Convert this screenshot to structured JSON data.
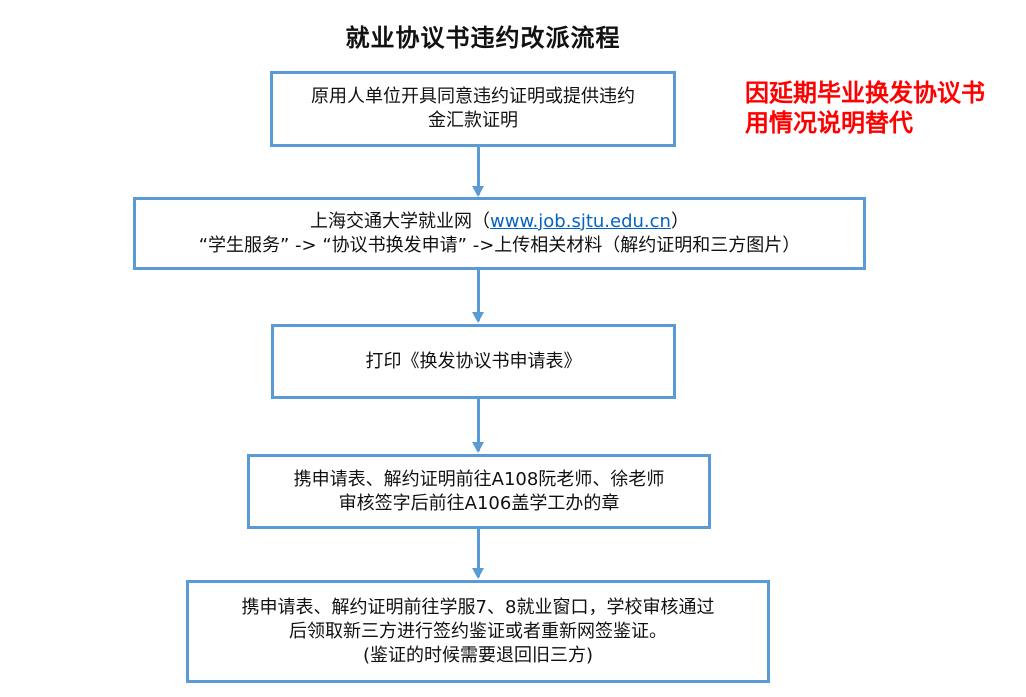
{
  "title": "就业协议书违约改派流程",
  "note": {
    "lines": [
      "因延期毕业换发协议书",
      "用情况说明替代"
    ],
    "color": "#ff0000"
  },
  "colors": {
    "box_border": "#5b9bd5",
    "arrow": "#5b9bd5",
    "link": "#0563c1"
  },
  "steps": [
    {
      "lines": [
        "原用人单位开具同意违约证明或提供违约",
        "金汇款证明"
      ]
    },
    {
      "line1_prefix": "上海交通大学就业网（",
      "link": "www.job.sjtu.edu.cn",
      "line1_suffix": "）",
      "line2": "“学生服务” -> “协议书换发申请” ->上传相关材料（解约证明和三方图片）"
    },
    {
      "lines": [
        "打印《换发协议书申请表》"
      ]
    },
    {
      "lines": [
        "携申请表、解约证明前往A108阮老师、徐老师",
        "审核签字后前往A106盖学工办的章"
      ]
    },
    {
      "lines": [
        "携申请表、解约证明前往学服7、8就业窗口，学校审核通过",
        "后领取新三方进行签约鉴证或者重新网签鉴证。",
        "(鉴证的时候需要退回旧三方)"
      ]
    }
  ]
}
